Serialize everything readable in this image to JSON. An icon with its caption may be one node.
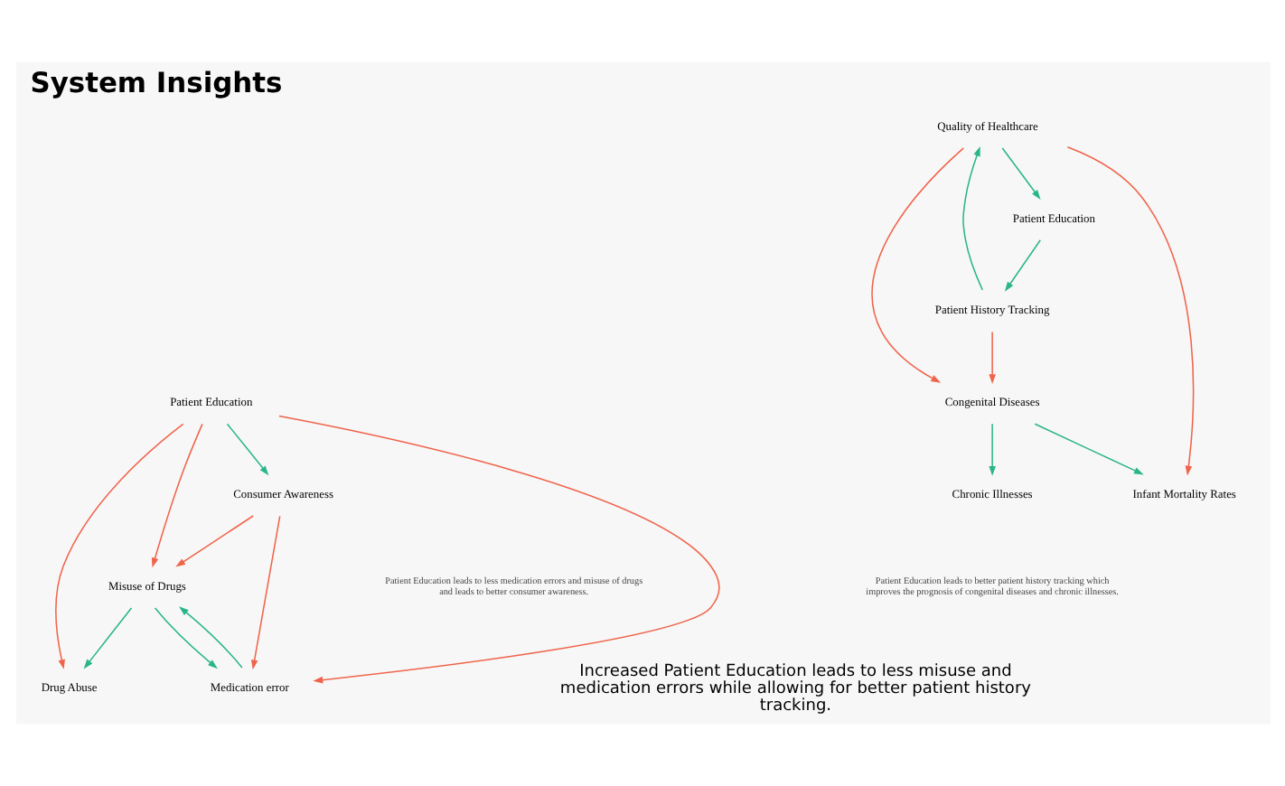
{
  "diagram": {
    "title": "System Insights",
    "caption": "Increased Patient Education leads to less misuse and medication errors while allowing for better patient history tracking.",
    "nodes": [
      {
        "text": [
          "Misuse of Drugs"
        ]
      },
      {
        "text": [
          "Drug Abuse"
        ]
      },
      {
        "text": [
          "Medication error"
        ]
      },
      {
        "text": [
          "Patient Education"
        ]
      },
      {
        "text": [
          "Consumer Awareness"
        ]
      },
      {
        "text": [
          "Patient Education"
        ]
      },
      {
        "text": [
          "Quality of Healthcare"
        ]
      },
      {
        "text": [
          "Patient History Tracking"
        ]
      },
      {
        "text": [
          "Congenital Diseases"
        ]
      },
      {
        "text": [
          "Infant Mortality Rates"
        ]
      },
      {
        "text": [
          "Chronic Illnesses"
        ]
      }
    ],
    "edges": [
      {
        "from": 0,
        "to": 1,
        "arrow": "to"
      },
      {
        "from": 2,
        "to": 0,
        "arrow": "to"
      },
      {
        "from": 0,
        "to": 2,
        "arrow": "to"
      },
      {
        "from": 3,
        "to": 0,
        "arrow": "to",
        "color": "#f0644b"
      },
      {
        "from": 3,
        "to": 1,
        "arrow": "to",
        "color": "#f0644b"
      },
      {
        "from": 3,
        "to": 2,
        "arrow": "to",
        "color": "#f0644b"
      },
      {
        "from": 4,
        "to": 0,
        "arrow": "to",
        "color": "#f0644b"
      },
      {
        "from": 4,
        "to": 2,
        "arrow": "to",
        "color": "#f0644b"
      },
      {
        "from": 3,
        "to": 4,
        "arrow": "to"
      },
      {
        "from": 6,
        "to": 5,
        "arrow": "to"
      },
      {
        "from": 5,
        "to": 7,
        "arrow": "to"
      },
      {
        "from": 7,
        "to": 6,
        "arrow": "to"
      },
      {
        "from": 7,
        "to": 8,
        "arrow": "to",
        "color": "#f0644b"
      },
      {
        "from": 6,
        "to": 8,
        "arrow": "to",
        "color": "#f0644b"
      },
      {
        "from": 6,
        "to": 9,
        "arrow": "to",
        "color": "#f0644b"
      },
      {
        "from": 8,
        "to": 9,
        "arrow": "to"
      },
      {
        "from": 8,
        "to": 10,
        "arrow": "to"
      }
    ],
    "labels": [
      "Patient Education leads to less medication errors and misuse of drugs and leads to better consumer awareness.",
      "Patient Education leads to better patient history tracking which improves the prognosis of congenital diseases and chronic illnesses."
    ]
  }
}
